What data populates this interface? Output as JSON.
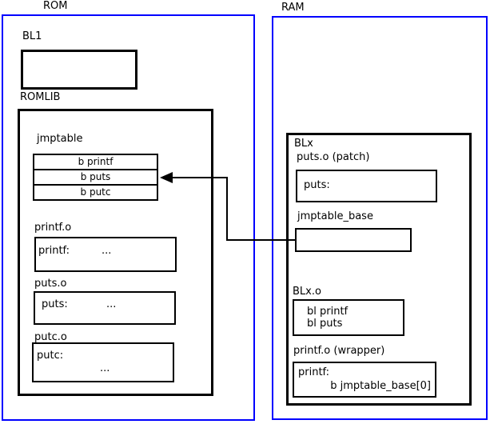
{
  "colors": {
    "container_border": "#0000ff",
    "box_border": "#000000",
    "background": "#ffffff"
  },
  "rom": {
    "label": "ROM",
    "bl1": {
      "label": "BL1"
    },
    "romlib": {
      "label": "ROMLIB",
      "jmptable": {
        "label": "jmptable",
        "rows": [
          "b printf",
          "b puts",
          "b putc"
        ]
      },
      "objects": [
        {
          "label": "printf.o",
          "symbol": "printf:",
          "body": "..."
        },
        {
          "label": "puts.o",
          "symbol": "puts:",
          "body": "..."
        },
        {
          "label": "putc.o",
          "symbol": "putc:",
          "body": "..."
        }
      ]
    }
  },
  "ram": {
    "label": "RAM",
    "blx": {
      "label": "BLx",
      "puts_patch": {
        "label": "puts.o (patch)",
        "symbol": "puts:"
      },
      "jmptable_base": {
        "label": "jmptable_base"
      },
      "blx_o": {
        "label": "BLx.o",
        "lines": [
          "bl printf",
          "bl puts"
        ]
      },
      "printf_wrapper": {
        "label": "printf.o (wrapper)",
        "symbol": "printf:",
        "body": "b jmptable_base[0]"
      }
    }
  },
  "arrow": {
    "meaning": "jmptable_base patch points at jmptable b puts entry"
  }
}
